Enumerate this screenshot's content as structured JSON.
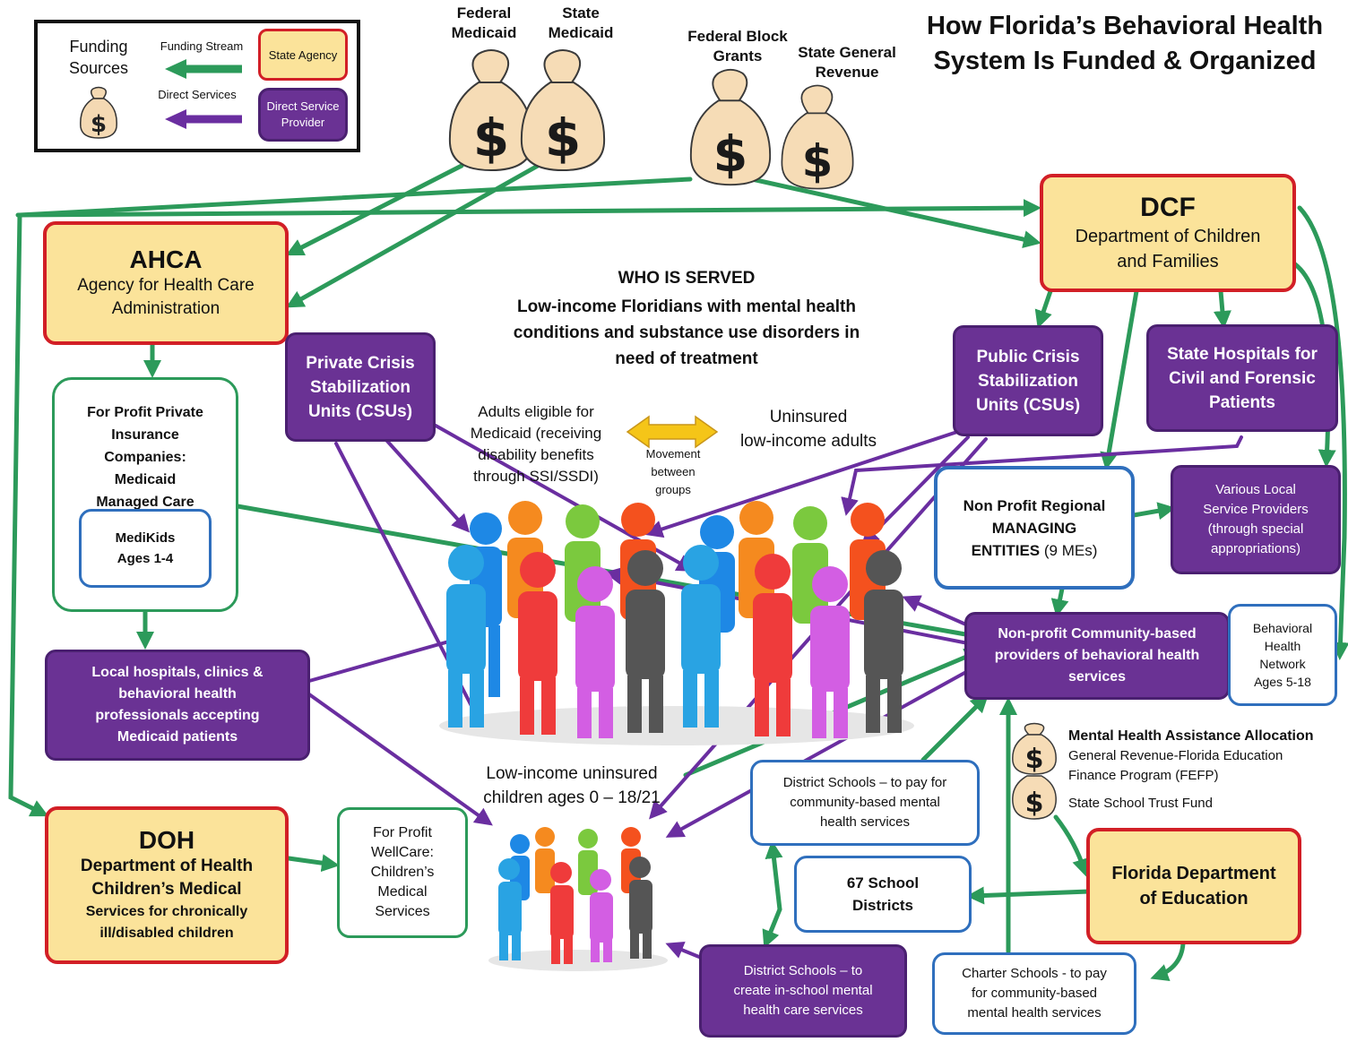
{
  "title_line1": "How Florida’s Behavioral Health",
  "title_line2": "System Is Funded & Organized",
  "legend": {
    "funding_sources": [
      "Funding",
      "Sources"
    ],
    "funding_stream": "Funding Stream",
    "direct_services": "Direct Services",
    "state_agency": "State Agency",
    "direct_service_provider": [
      "Direct Service",
      "Provider"
    ]
  },
  "funding": {
    "federal_medicaid": [
      "Federal",
      "Medicaid"
    ],
    "state_medicaid": [
      "State",
      "Medicaid"
    ],
    "federal_block_grants": [
      "Federal Block",
      "Grants"
    ],
    "state_general_revenue": [
      "State General",
      "Revenue"
    ]
  },
  "ahca": {
    "abbr": "AHCA",
    "name": [
      "Agency for Health Care",
      "Administration"
    ]
  },
  "dcf": {
    "abbr": "DCF",
    "name": [
      "Department of Children",
      "and Families"
    ]
  },
  "doh": {
    "abbr": "DOH",
    "name": [
      "Department of Health",
      "Children’s Medical"
    ],
    "detail": [
      "Services for chronically",
      "ill/disabled children"
    ]
  },
  "fdoe": {
    "name": [
      "Florida Department",
      "of Education"
    ]
  },
  "who_served": {
    "heading": "WHO IS SERVED",
    "lines": [
      "Low-income Floridians with mental health",
      "conditions and substance use disorders in",
      "need of treatment"
    ]
  },
  "adults_medicaid": [
    "Adults eligible for",
    "Medicaid (receiving",
    "disability benefits",
    "through SSI/SSDI)"
  ],
  "movement": [
    "Movement",
    "between",
    "groups"
  ],
  "uninsured_adults": [
    "Uninsured",
    "low-income adults"
  ],
  "children_uninsured": [
    "Low-income uninsured",
    "children ages 0 – 18/21"
  ],
  "private_csu": [
    "Private Crisis",
    "Stabilization",
    "Units (CSUs)"
  ],
  "public_csu": [
    "Public Crisis",
    "Stabilization",
    "Units (CSUs)"
  ],
  "state_hospitals": [
    "State Hospitals for",
    "Civil and Forensic",
    "Patients"
  ],
  "for_profit_insurance": [
    "For Profit Private",
    "Insurance",
    "Companies:",
    "Medicaid",
    "Managed Care"
  ],
  "medikids": [
    "MediKids",
    "Ages 1-4"
  ],
  "local_hospitals": [
    "Local hospitals, clinics &",
    "behavioral health",
    "professionals accepting",
    "Medicaid patients"
  ],
  "managing_entities": [
    "Non Profit Regional",
    "MANAGING",
    "ENTITIES",
    "(9 MEs)"
  ],
  "various_local": [
    "Various Local",
    "Service Providers",
    "(through special",
    "appropriations)"
  ],
  "community_providers": [
    "Non-profit Community-based",
    "providers of behavioral health",
    "services"
  ],
  "bh_network": [
    "Behavioral",
    "Health",
    "Network",
    "Ages 5-18"
  ],
  "mhaa": {
    "heading": "Mental Health Assistance Allocation",
    "line1": "General Revenue-Florida Education",
    "line2": "Finance Program (FEFP)",
    "line3": "State School Trust Fund"
  },
  "wellcare": [
    "For Profit",
    "WellCare:",
    "Children’s",
    "Medical",
    "Services"
  ],
  "district_schools_pay": [
    "District Schools – to pay for",
    "community-based mental",
    "health services"
  ],
  "school_districts": [
    "67 School",
    "Districts"
  ],
  "district_schools_create": [
    "District Schools – to",
    "create in-school mental",
    "health care services"
  ],
  "charter_schools": [
    "Charter Schools - to pay",
    "for community-based",
    "mental health services"
  ],
  "colors": {
    "agency_fill": "#fbe39a",
    "agency_border": "#d21f26",
    "provider": "#6a3294",
    "funding_arrow": "#2c9a5a",
    "service_arrow": "#6a2ea0",
    "blue_border": "#2f6fbd"
  }
}
